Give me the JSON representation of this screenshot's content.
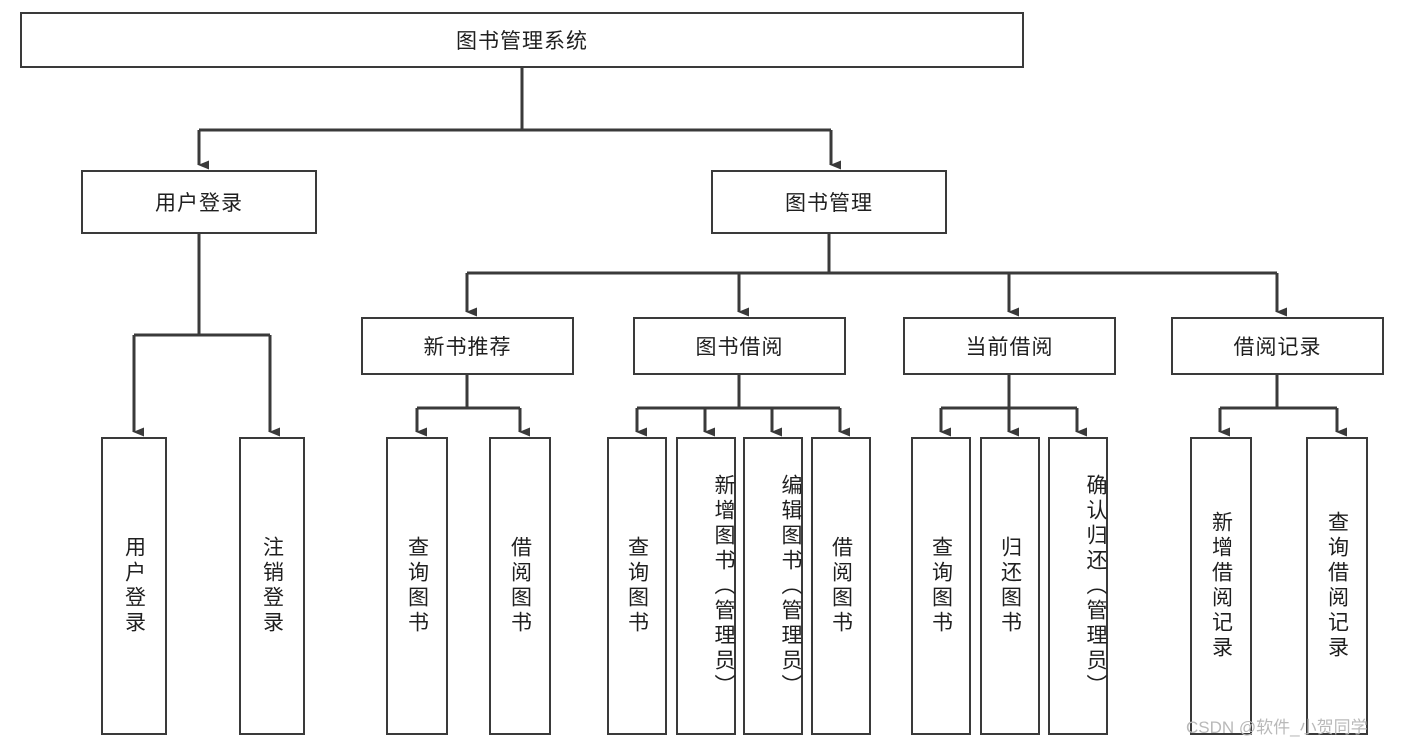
{
  "diagram": {
    "title": "图书管理系统",
    "type": "tree-hierarchy",
    "root": {
      "id": "root",
      "label": "图书管理系统"
    },
    "level2": [
      {
        "id": "user-login",
        "label": "用户登录"
      },
      {
        "id": "book-manage",
        "label": "图书管理"
      }
    ],
    "level3": [
      {
        "id": "new-book-recommend",
        "label": "新书推荐",
        "parent": "book-manage"
      },
      {
        "id": "book-borrow",
        "label": "图书借阅",
        "parent": "book-manage"
      },
      {
        "id": "current-borrow",
        "label": "当前借阅",
        "parent": "book-manage"
      },
      {
        "id": "borrow-record",
        "label": "借阅记录",
        "parent": "book-manage"
      }
    ],
    "leaves": [
      {
        "id": "leaf-user-login",
        "label": "用户登录",
        "parent": "user-login"
      },
      {
        "id": "leaf-user-logout",
        "label": "注销登录",
        "parent": "user-login"
      },
      {
        "id": "leaf-query-book-1",
        "label": "查询图书",
        "parent": "new-book-recommend"
      },
      {
        "id": "leaf-borrow-book-1",
        "label": "借阅图书",
        "parent": "new-book-recommend"
      },
      {
        "id": "leaf-query-book-2",
        "label": "查询图书",
        "parent": "book-borrow"
      },
      {
        "id": "leaf-add-book",
        "label": "新增图书（管理员）",
        "parent": "book-borrow"
      },
      {
        "id": "leaf-edit-book",
        "label": "编辑图书（管理员）",
        "parent": "book-borrow"
      },
      {
        "id": "leaf-borrow-book-2",
        "label": "借阅图书",
        "parent": "book-borrow"
      },
      {
        "id": "leaf-query-book-3",
        "label": "查询图书",
        "parent": "current-borrow"
      },
      {
        "id": "leaf-return-book",
        "label": "归还图书",
        "parent": "current-borrow"
      },
      {
        "id": "leaf-confirm-return",
        "label": "确认归还（管理员）",
        "parent": "current-borrow"
      },
      {
        "id": "leaf-add-record",
        "label": "新增借阅记录",
        "parent": "borrow-record"
      },
      {
        "id": "leaf-query-record",
        "label": "查询借阅记录",
        "parent": "borrow-record"
      }
    ],
    "watermark": "CSDN @软件_小贺同学",
    "colors": {
      "stroke": "#3a3a3a",
      "background": "#ffffff",
      "text": "#1f1f1f",
      "watermark": "#b9b9b9"
    }
  }
}
